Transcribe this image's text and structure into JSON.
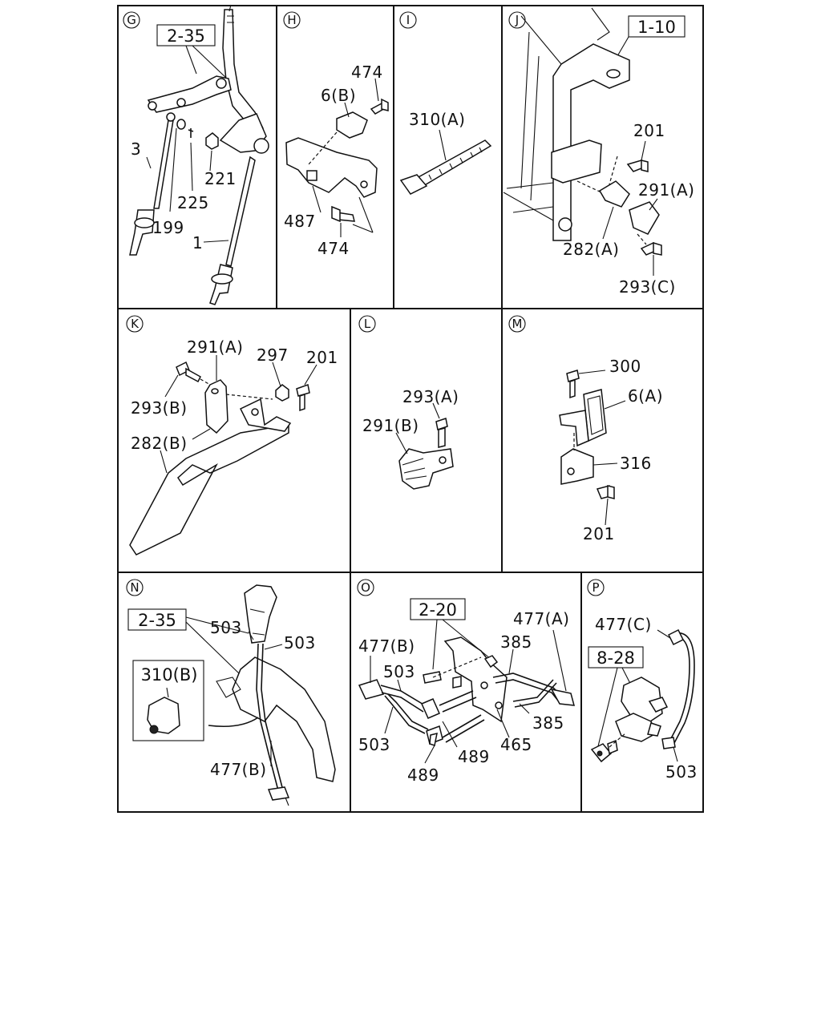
{
  "panels": {
    "G": {
      "letter": "G",
      "ref": "2-35",
      "labels": [
        "3",
        "199",
        "225",
        "221",
        "1"
      ]
    },
    "H": {
      "letter": "H",
      "labels": [
        "474",
        "6(B)",
        "487",
        "474"
      ]
    },
    "I": {
      "letter": "I",
      "labels": [
        "310(A)"
      ]
    },
    "J": {
      "letter": "J",
      "ref": "1-10",
      "labels": [
        "201",
        "291(A)",
        "282(A)",
        "293(C)"
      ]
    },
    "K": {
      "letter": "K",
      "labels": [
        "291(A)",
        "297",
        "201",
        "293(B)",
        "282(B)"
      ]
    },
    "L": {
      "letter": "L",
      "labels": [
        "293(A)",
        "291(B)"
      ]
    },
    "M": {
      "letter": "M",
      "labels": [
        "300",
        "6(A)",
        "316",
        "201"
      ]
    },
    "N": {
      "letter": "N",
      "ref": "2-35",
      "ref2": "310(B)",
      "labels": [
        "503",
        "503",
        "477(B)"
      ]
    },
    "O": {
      "letter": "O",
      "ref": "2-20",
      "labels": [
        "477(A)",
        "477(B)",
        "385",
        "503",
        "385",
        "503",
        "489",
        "465",
        "489"
      ]
    },
    "P": {
      "letter": "P",
      "ref": "8-28",
      "labels": [
        "477(C)",
        "503"
      ]
    }
  }
}
